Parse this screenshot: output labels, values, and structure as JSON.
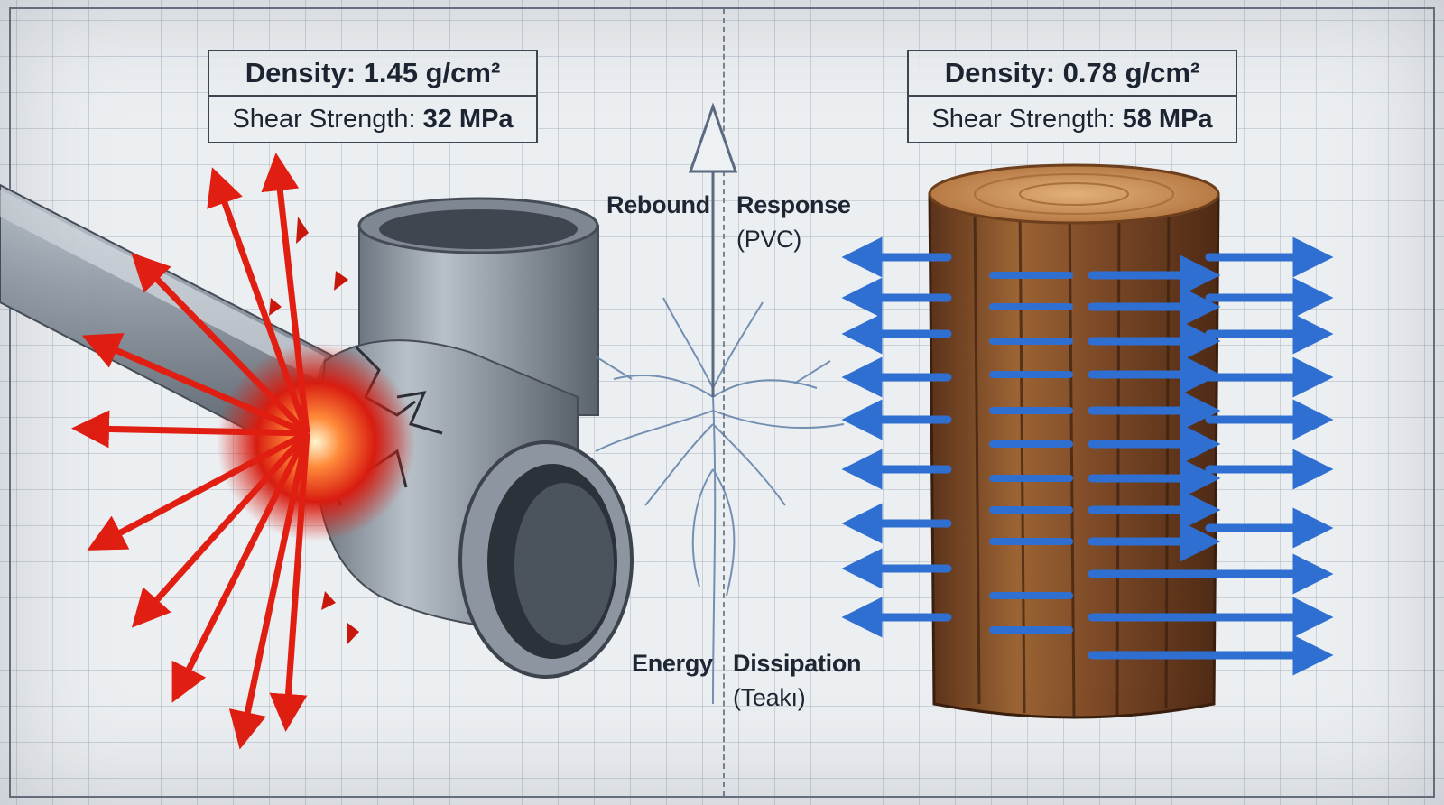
{
  "left_specs": {
    "density_label": "Density: 1.45 g/cm²",
    "shear_label": "Shear Strength:",
    "shear_value": "32 MPa"
  },
  "right_specs": {
    "density_label": "Density: 0.78 g/cm²",
    "shear_label": "Shear Strength:",
    "shear_value": "58 MPa"
  },
  "center_labels": {
    "rebound_left": "Rebound",
    "rebound_right": "Response",
    "rebound_material": "(PVC)",
    "energy_left": "Energy",
    "energy_right": "Dissipation",
    "energy_material": "(Teakı)"
  },
  "icons": [
    "pvc-pipe-illustration",
    "impact-burst-icon",
    "red-arrow-icon",
    "teak-log-illustration",
    "blue-arrow-icon",
    "fracture-crack-icon",
    "up-arrow-icon"
  ],
  "colors": {
    "impact_red": "#e01e12",
    "flow_blue": "#2f6fd2",
    "pipe_gray": "#8e97a2",
    "wood_brown": "#8a5430",
    "ink": "#1c2431"
  }
}
